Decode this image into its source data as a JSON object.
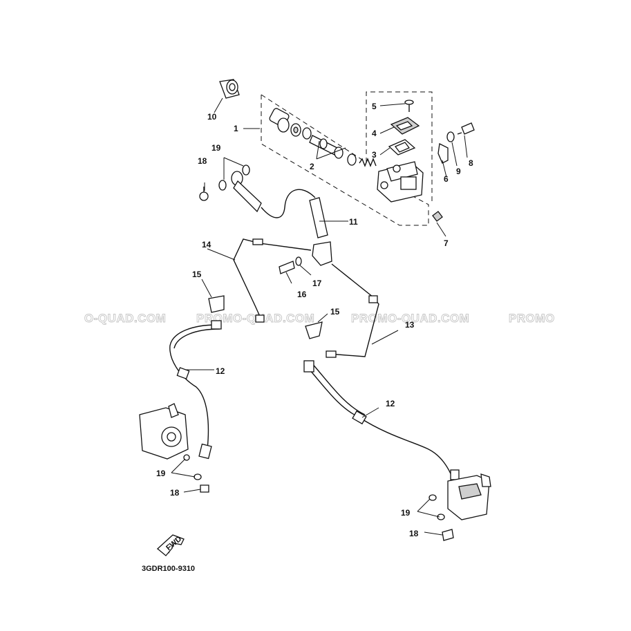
{
  "diagram_code": "3GDR100-9310",
  "watermark": {
    "fragment_left": "O-QUAD.COM",
    "text": "PROMO-QUAD.COM",
    "fragment_right": "PROMO"
  },
  "fwd_label": "FWD",
  "callouts": {
    "c1": "1",
    "c2": "2",
    "c3": "3",
    "c4": "4",
    "c5": "5",
    "c6": "6",
    "c7": "7",
    "c8": "8",
    "c9": "9",
    "c10": "10",
    "c11": "11",
    "c12a": "12",
    "c12b": "12",
    "c13": "13",
    "c14": "14",
    "c15a": "15",
    "c15b": "15",
    "c16": "16",
    "c17": "17",
    "c18a": "18",
    "c18b": "18",
    "c18c": "18",
    "c19a": "19",
    "c19b": "19",
    "c19c": "19"
  }
}
